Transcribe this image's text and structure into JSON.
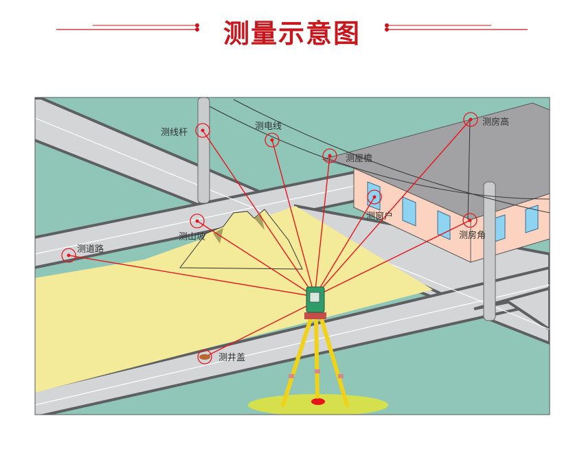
{
  "header": {
    "title": "测量示意图"
  },
  "colors": {
    "accent": "#c8161d",
    "grass": "#8fc6b8",
    "road": "#d3d5d7",
    "field": "#f3ea9a",
    "roof": "#a2a2a4",
    "wall": "#fcd3c0",
    "window": "#8fd3f2",
    "laser": "#e8141c"
  },
  "targets": {
    "pole": "测线杆",
    "wire": "测电线",
    "eave": "测屋檐",
    "house_height": "测房高",
    "window": "测窗户",
    "house_corner": "测房角",
    "slope": "测山坡",
    "road": "测道路",
    "manhole": "测井盖"
  }
}
